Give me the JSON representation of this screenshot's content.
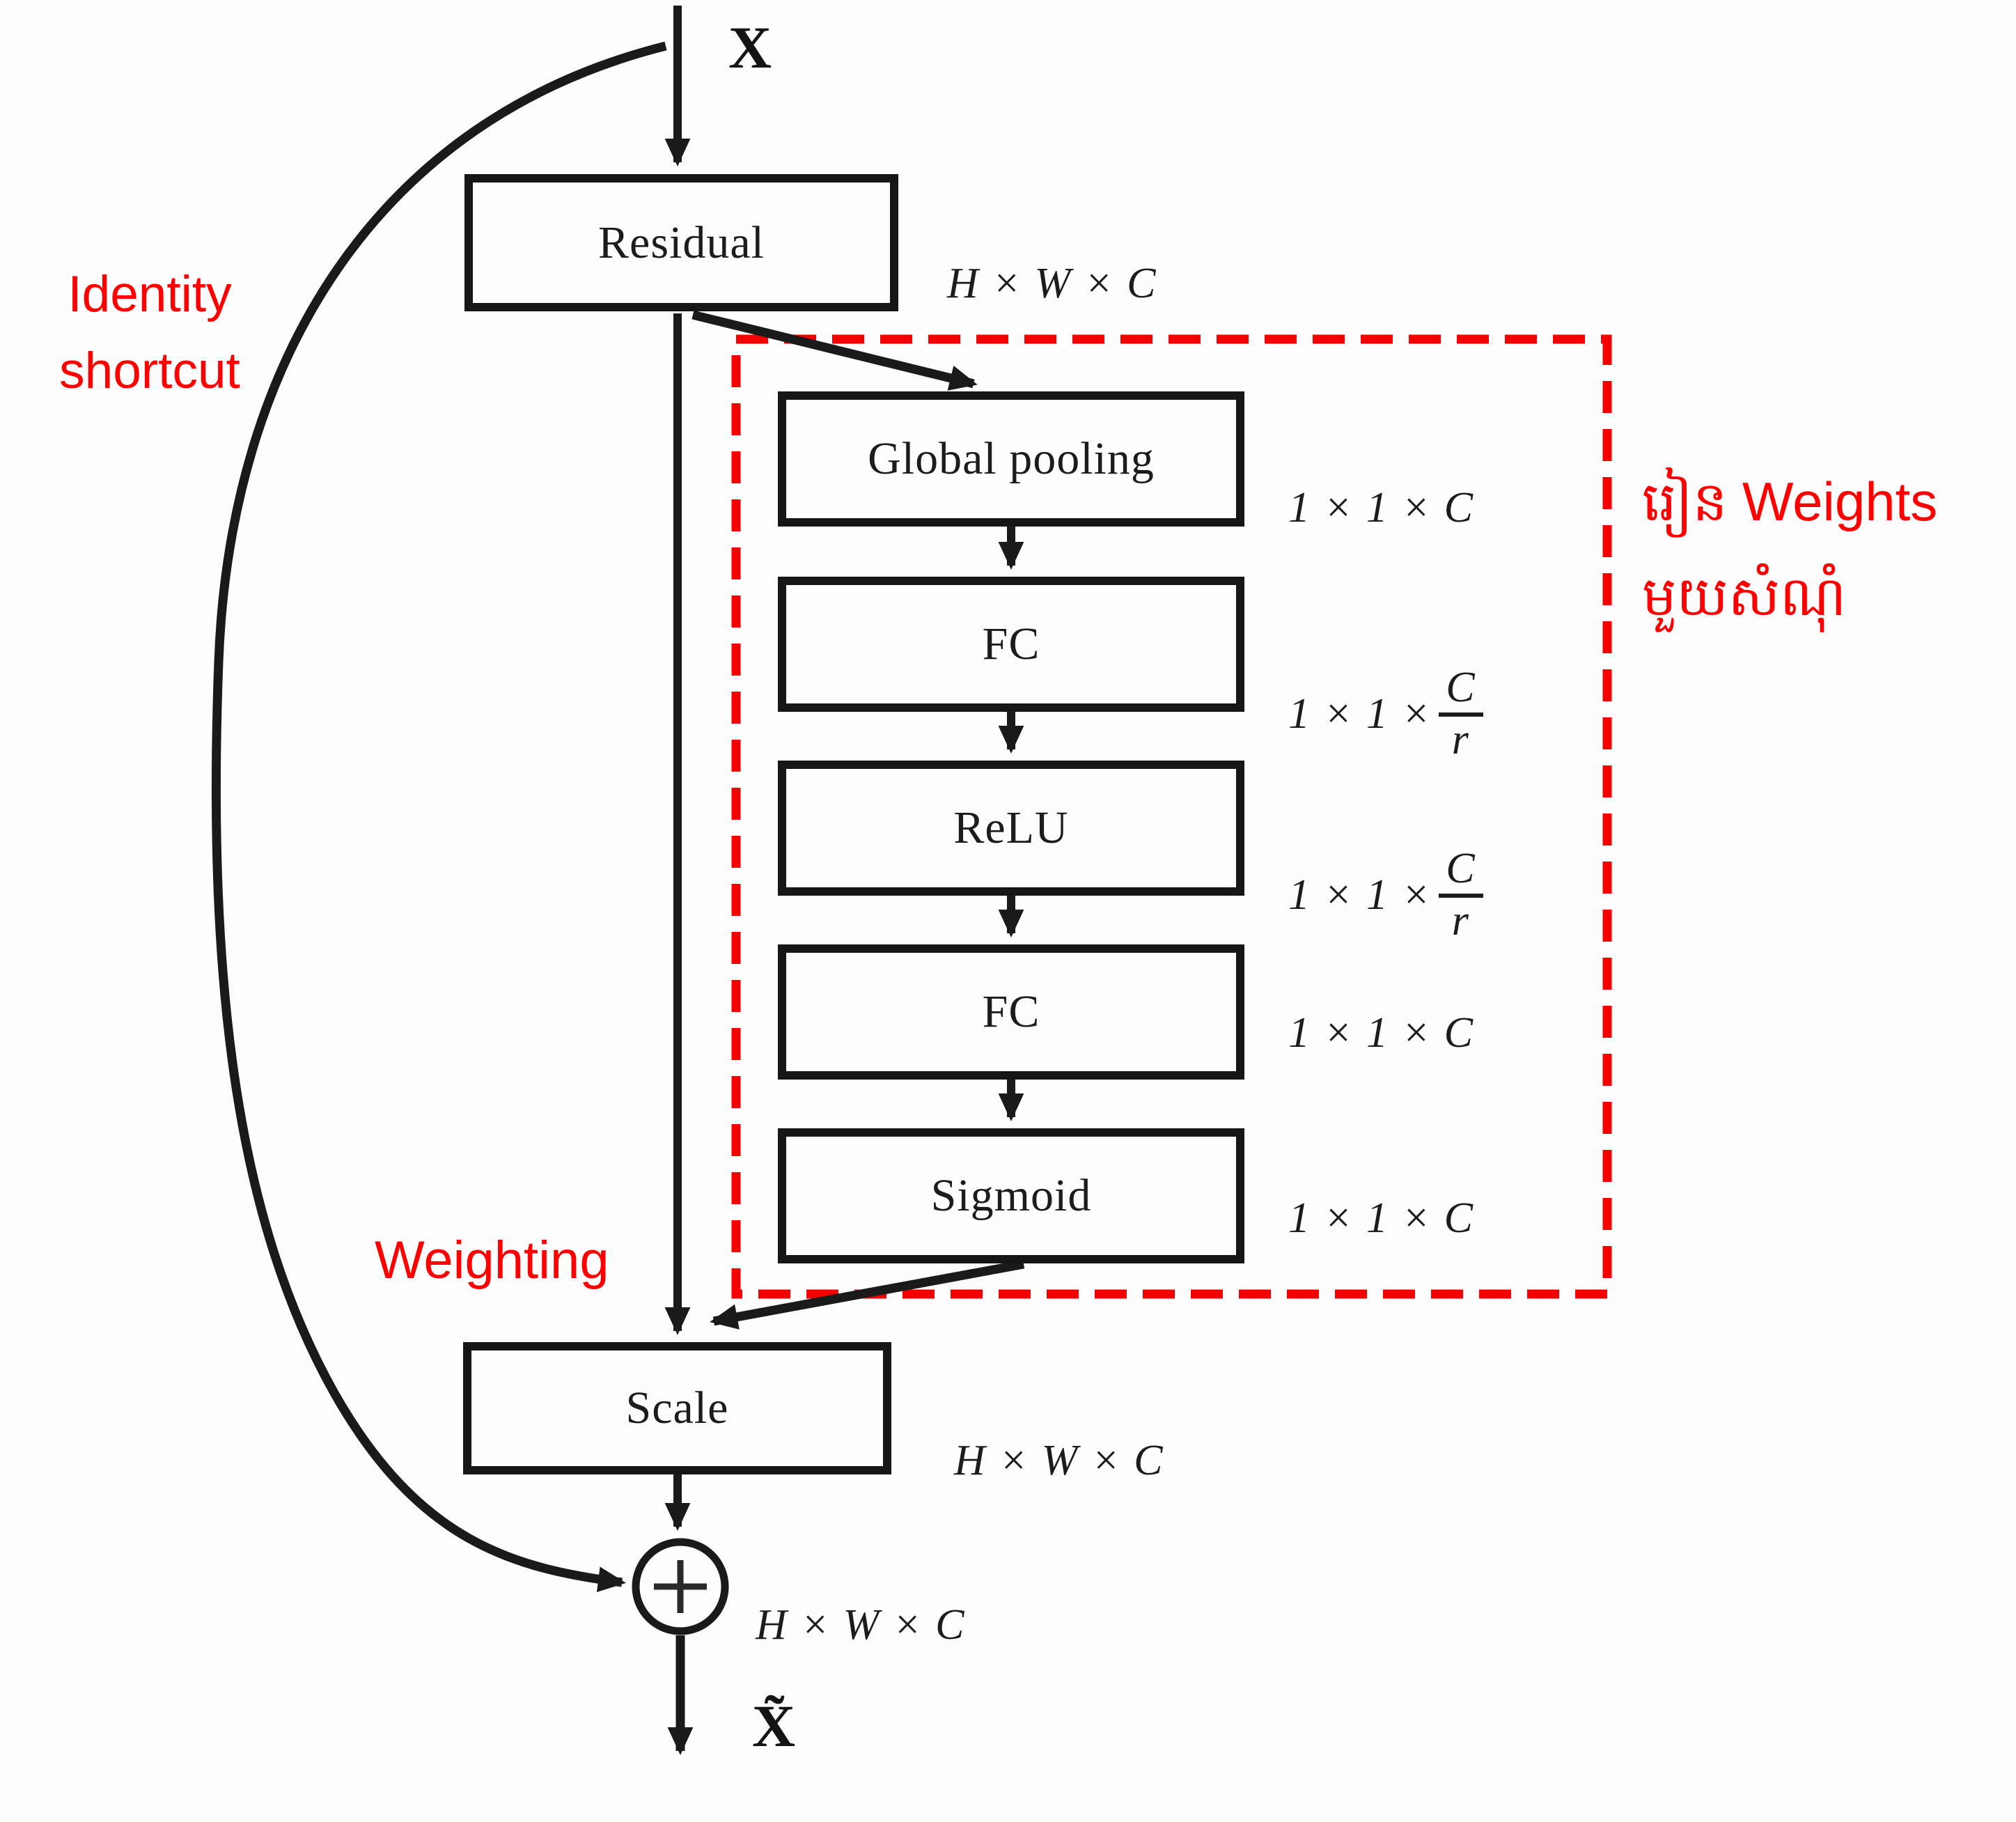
{
  "diagram": {
    "title_semantics": "squeeze-and-excitation residual block",
    "input_label": "X",
    "output_label": "X̃",
    "boxes": {
      "residual": "Residual",
      "global_pooling": "Global pooling",
      "fc1": "FC",
      "relu": "ReLU",
      "fc2": "FC",
      "sigmoid": "Sigmoid",
      "scale": "Scale"
    },
    "dims": {
      "residual": "H × W × C",
      "global_pooling": "1 × 1 × C",
      "fc1": {
        "pre": "1 × 1 ×",
        "num": "C",
        "den": "r"
      },
      "relu": {
        "pre": "1 × 1 ×",
        "num": "C",
        "den": "r"
      },
      "fc2": "1 × 1 × C",
      "sigmoid": "1 × 1 × C",
      "scale": "H × W × C",
      "sum": "H × W × C"
    },
    "annotations": {
      "identity_line1": "Identity",
      "identity_line2": "shortcut",
      "weighting": "Weighting",
      "khmer_line1": "រៀន Weights",
      "khmer_line2": "មួយសំណុំ"
    },
    "icons": {
      "sum_plus_icon": "circled plus (element-wise addition)"
    },
    "colors": {
      "annotation_red": "#ff0000",
      "dashed_box_red": "#f40000",
      "line_black": "#1a1a1a",
      "background": "#fcfcfc"
    }
  }
}
